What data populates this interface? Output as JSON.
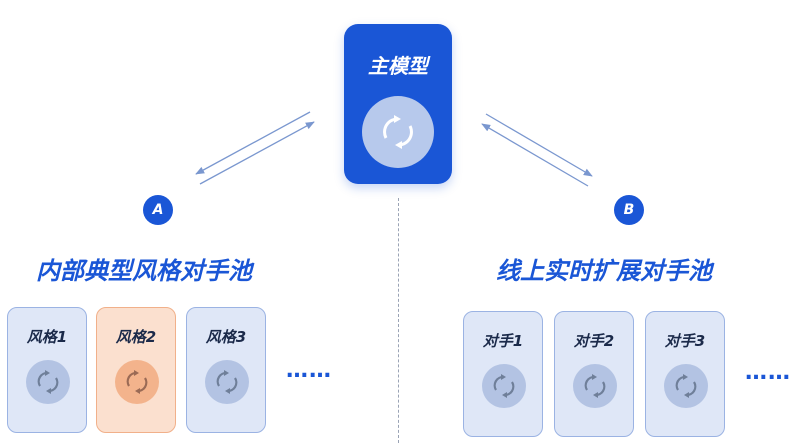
{
  "main": {
    "title": "主模型",
    "icon": "cycle-icon"
  },
  "left": {
    "badge": "A",
    "title": "内部典型风格对手池",
    "cards": [
      {
        "label": "风格1",
        "highlight": false
      },
      {
        "label": "风格2",
        "highlight": true
      },
      {
        "label": "风格3",
        "highlight": false
      }
    ],
    "ellipsis": "……"
  },
  "right": {
    "badge": "B",
    "title": "线上实时扩展对手池",
    "cards": [
      {
        "label": "对手1",
        "highlight": false
      },
      {
        "label": "对手2",
        "highlight": false
      },
      {
        "label": "对手3",
        "highlight": false
      }
    ],
    "ellipsis": "……"
  },
  "colors": {
    "primary": "#1a56d6",
    "highlight": "#f3b38c",
    "card": "#dfe7f7"
  }
}
